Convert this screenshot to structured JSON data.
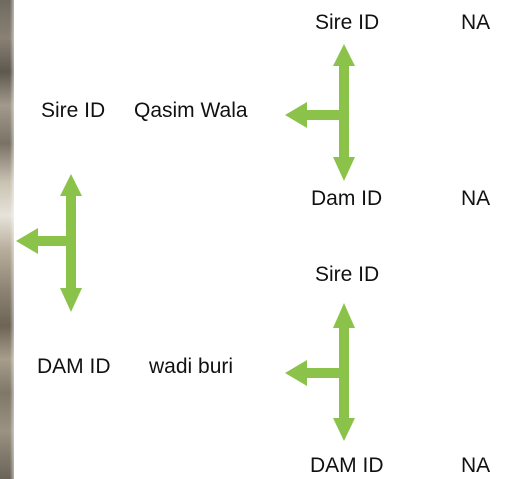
{
  "colors": {
    "arrow": "#8bc34a",
    "text": "#111111"
  },
  "tree": {
    "root_sire": {
      "key": "Sire ID",
      "value": "Qasim Wala",
      "sire": {
        "key": "Sire ID",
        "value": "NA"
      },
      "dam": {
        "key": "Dam ID",
        "value": "NA"
      }
    },
    "root_dam": {
      "key": "DAM ID",
      "value": "wadi buri",
      "sire": {
        "key": "Sire ID",
        "value": ""
      },
      "dam": {
        "key": "DAM ID",
        "value": "NA"
      }
    }
  }
}
